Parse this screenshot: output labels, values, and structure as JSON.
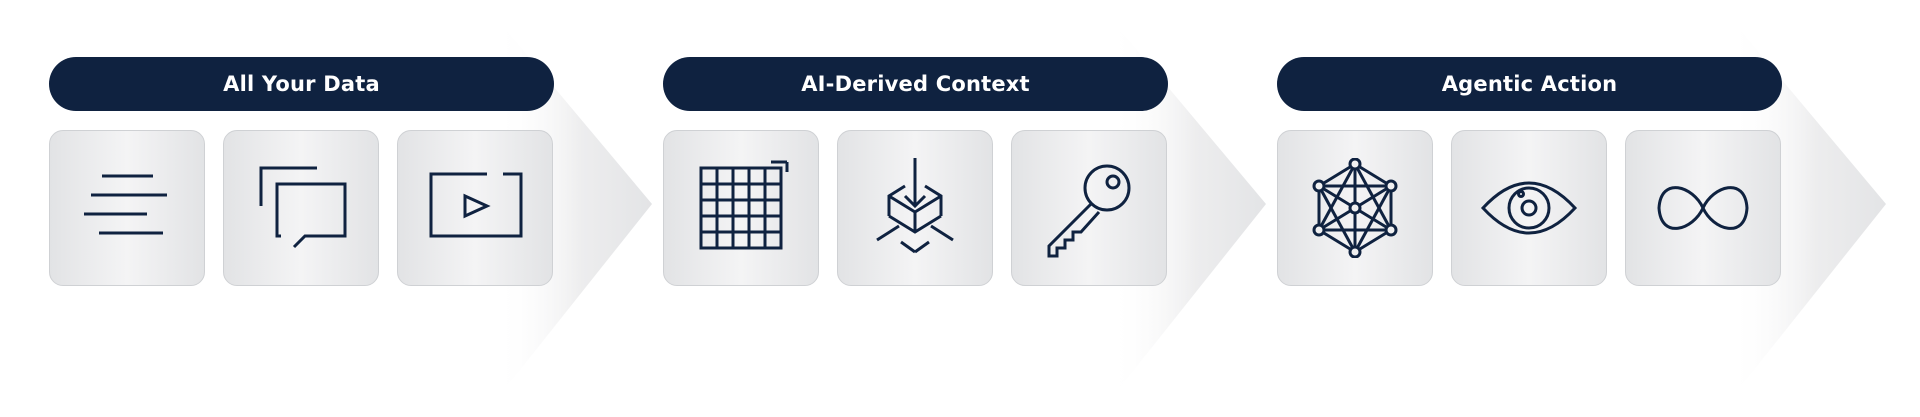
{
  "colors": {
    "navy": "#0f2240",
    "tile_border": "#cfd1d4",
    "chevron_mid": "#e6e7e8"
  },
  "stages": [
    {
      "title": "All Your Data",
      "icons": [
        "text-lines-icon",
        "chat-bubbles-icon",
        "video-play-icon"
      ]
    },
    {
      "title": "AI-Derived Context",
      "icons": [
        "grid-table-icon",
        "cube-arrow-icon",
        "key-icon"
      ]
    },
    {
      "title": "Agentic Action",
      "icons": [
        "neural-network-icon",
        "eye-icon",
        "infinity-icon"
      ]
    }
  ]
}
